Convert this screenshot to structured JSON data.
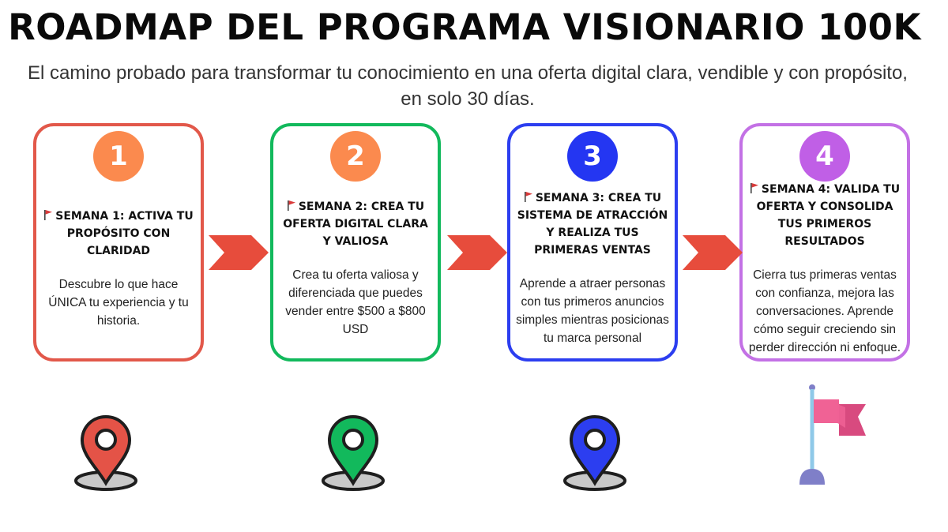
{
  "header": {
    "title": "ROADMAP DEL PROGRAMA VISIONARIO 100K",
    "subtitle": "El camino probado para transformar tu conocimiento en una oferta digital clara, vendible y con propósito, en solo 30 días."
  },
  "steps": [
    {
      "number": "1",
      "heading": "SEMANA 1: ACTIVA TU PROPÓSITO CON CLARIDAD",
      "description": "Descubre lo que hace ÚNICA tu experiencia y tu historia.",
      "color": "#e2584a",
      "badge_color": "#fb8a4e"
    },
    {
      "number": "2",
      "heading": "SEMANA 2: CREA TU OFERTA DIGITAL CLARA Y VALIOSA",
      "description": "Crea tu oferta valiosa y diferenciada que puedes vender entre $500 a $800 USD",
      "color": "#12b95c",
      "badge_color": "#fb8a4e"
    },
    {
      "number": "3",
      "heading": "SEMANA 3: CREA TU SISTEMA DE ATRACCIÓN Y REALIZA TUS PRIMERAS VENTAS",
      "description": "Aprende a atraer personas con tus primeros anuncios simples mientras posicionas tu marca personal",
      "color": "#2c3ef0",
      "badge_color": "#2436f2"
    },
    {
      "number": "4",
      "heading": "SEMANA 4: VALIDA TU OFERTA Y CONSOLIDA TUS PRIMEROS RESULTADOS",
      "description": "Cierra tus primeras ventas con confianza, mejora las conversaciones. Aprende cómo seguir creciendo sin perder dirección ni enfoque.",
      "color": "#c371e5",
      "badge_color": "#c05fe6"
    }
  ],
  "colors": {
    "arrow": "#e74c3c",
    "pin_red": "#e45347",
    "pin_green": "#12b95c",
    "pin_blue": "#2c3ef0",
    "goal_flag": "#f06295",
    "flag_pole": "#8fc9e8"
  },
  "icons": [
    "flag-icon",
    "chevron-arrow-icon",
    "location-pin-icon",
    "goal-flag-icon"
  ]
}
